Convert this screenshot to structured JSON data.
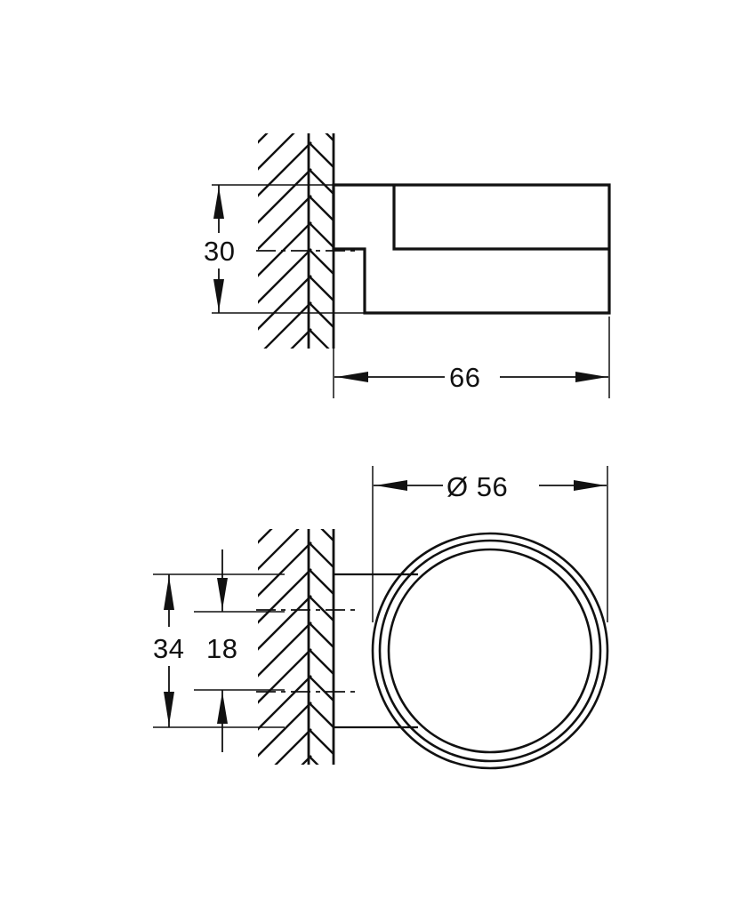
{
  "document": {
    "type": "technical-drawing",
    "title": "Wall-mounted round holder dimensional drawing",
    "background_color": "#ffffff",
    "line_color": "#111111",
    "units": "mm"
  },
  "views": [
    {
      "name": "side-elevation-section",
      "description": "Side view cross-section of bracket mounted on hatched wall"
    },
    {
      "name": "plan-view-section",
      "description": "Plan / top view cross-section showing circular ring holder on hatched wall"
    }
  ],
  "dimensions": {
    "height_30": {
      "label": "30",
      "view": "side-elevation-section",
      "orientation": "vertical",
      "value": 30
    },
    "depth_66": {
      "label": "66",
      "view": "side-elevation-section",
      "orientation": "horizontal",
      "value": 66
    },
    "width_34": {
      "label": "34",
      "view": "plan-view-section",
      "orientation": "vertical",
      "value": 34
    },
    "width_18": {
      "label": "18",
      "view": "plan-view-section",
      "orientation": "vertical",
      "value": 18
    },
    "diameter_56": {
      "label": "Ø 56",
      "symbol": "Ø",
      "number": "56",
      "view": "plan-view-section",
      "orientation": "horizontal",
      "value": 56
    }
  },
  "labels": {
    "d30": "30",
    "d66": "66",
    "d34": "34",
    "d18": "18",
    "d56": "Ø 56"
  }
}
